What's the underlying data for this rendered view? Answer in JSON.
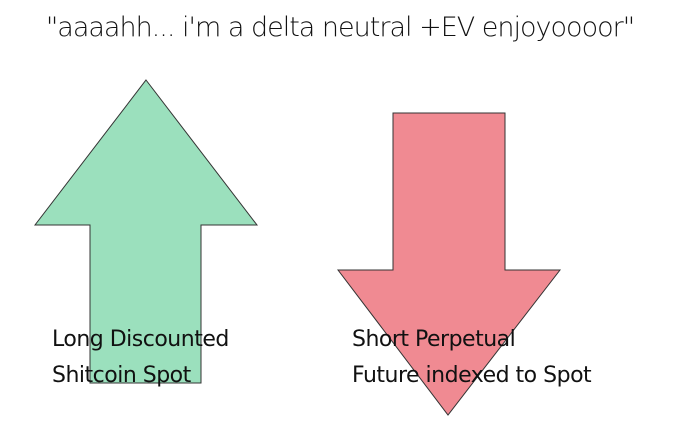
{
  "title": "\"aaaahh... i'm a delta neutral +EV enjoyoooor\"",
  "left": {
    "line1": "Long Discounted",
    "line2": "Shitcoin Spot",
    "arrow": "up",
    "color": "#9be0bd"
  },
  "right": {
    "line1": "Short Perpetual",
    "line2": "Future indexed to Spot",
    "arrow": "down",
    "color": "#f08a92"
  }
}
